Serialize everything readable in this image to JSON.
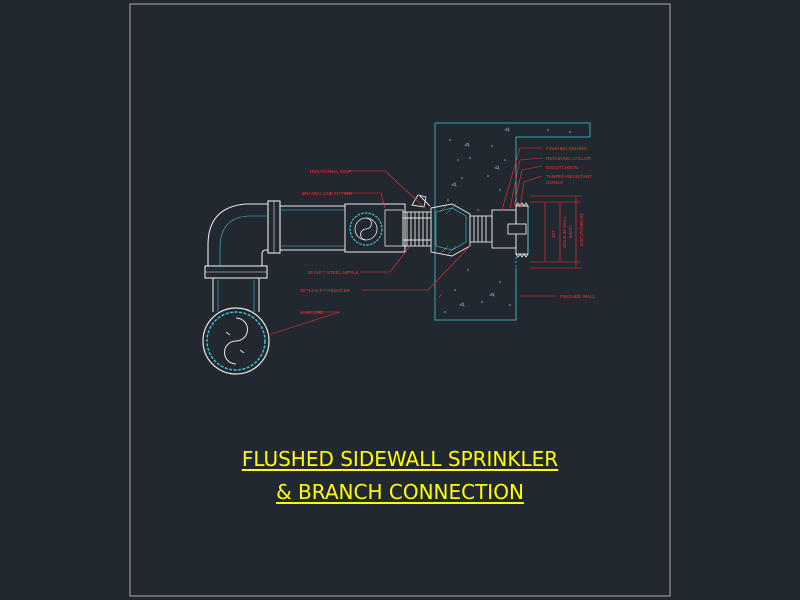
{
  "title": {
    "line1": "FLUSHED SIDEWALL SPRINKLER",
    "line2": "& BRANCH CONNECTION"
  },
  "labels": {
    "hexagonal_bolt": "HEXAGONAL BOLT",
    "branch_line_fitting": "BRANCH LINE FITTING",
    "steel_nipple": "25 N.P.T STEEL NIPPLE",
    "reducer": "25\"*13 N.P.T REDUCER",
    "main_line": "MAIN LINE",
    "finished_ceiling": "FINISHED CEILING",
    "retaining_collar": "RETAINING COLLOR",
    "escutcheon": "ESCUTCHEON",
    "tamper_resistant_screw_1": "TAMPER-RESISTANT",
    "tamper_resistant_screw_2": "SCREW",
    "finished_wall": "FINISHED WALL",
    "hole_in_wall_1": "457",
    "hole_in_wall_2": "HOLE IN WALL",
    "escutcheon_dim_1": "64mm",
    "escutcheon_dim_2": "ESCUTCHEON"
  },
  "colors": {
    "background": "#212830",
    "frame": "#c8ccd0",
    "pipe": "#e8e8e8",
    "fitting": "#40c8d8",
    "annotation": "#ff3030",
    "title": "#ffff00"
  }
}
